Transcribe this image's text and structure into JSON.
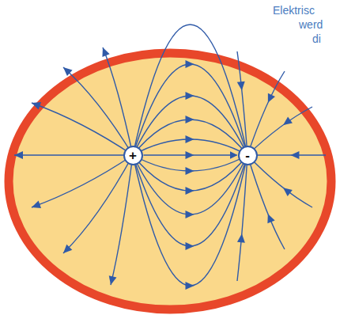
{
  "diagram": {
    "nodes": [
      {
        "text": [
          "+"
        ]
      },
      {
        "text": [
          "-"
        ]
      }
    ],
    "edges": [
      {
        "from": 0,
        "to": 1,
        "arrow": "to"
      }
    ],
    "labels": [
      "Elektrisc",
      "werd",
      "di"
    ]
  }
}
